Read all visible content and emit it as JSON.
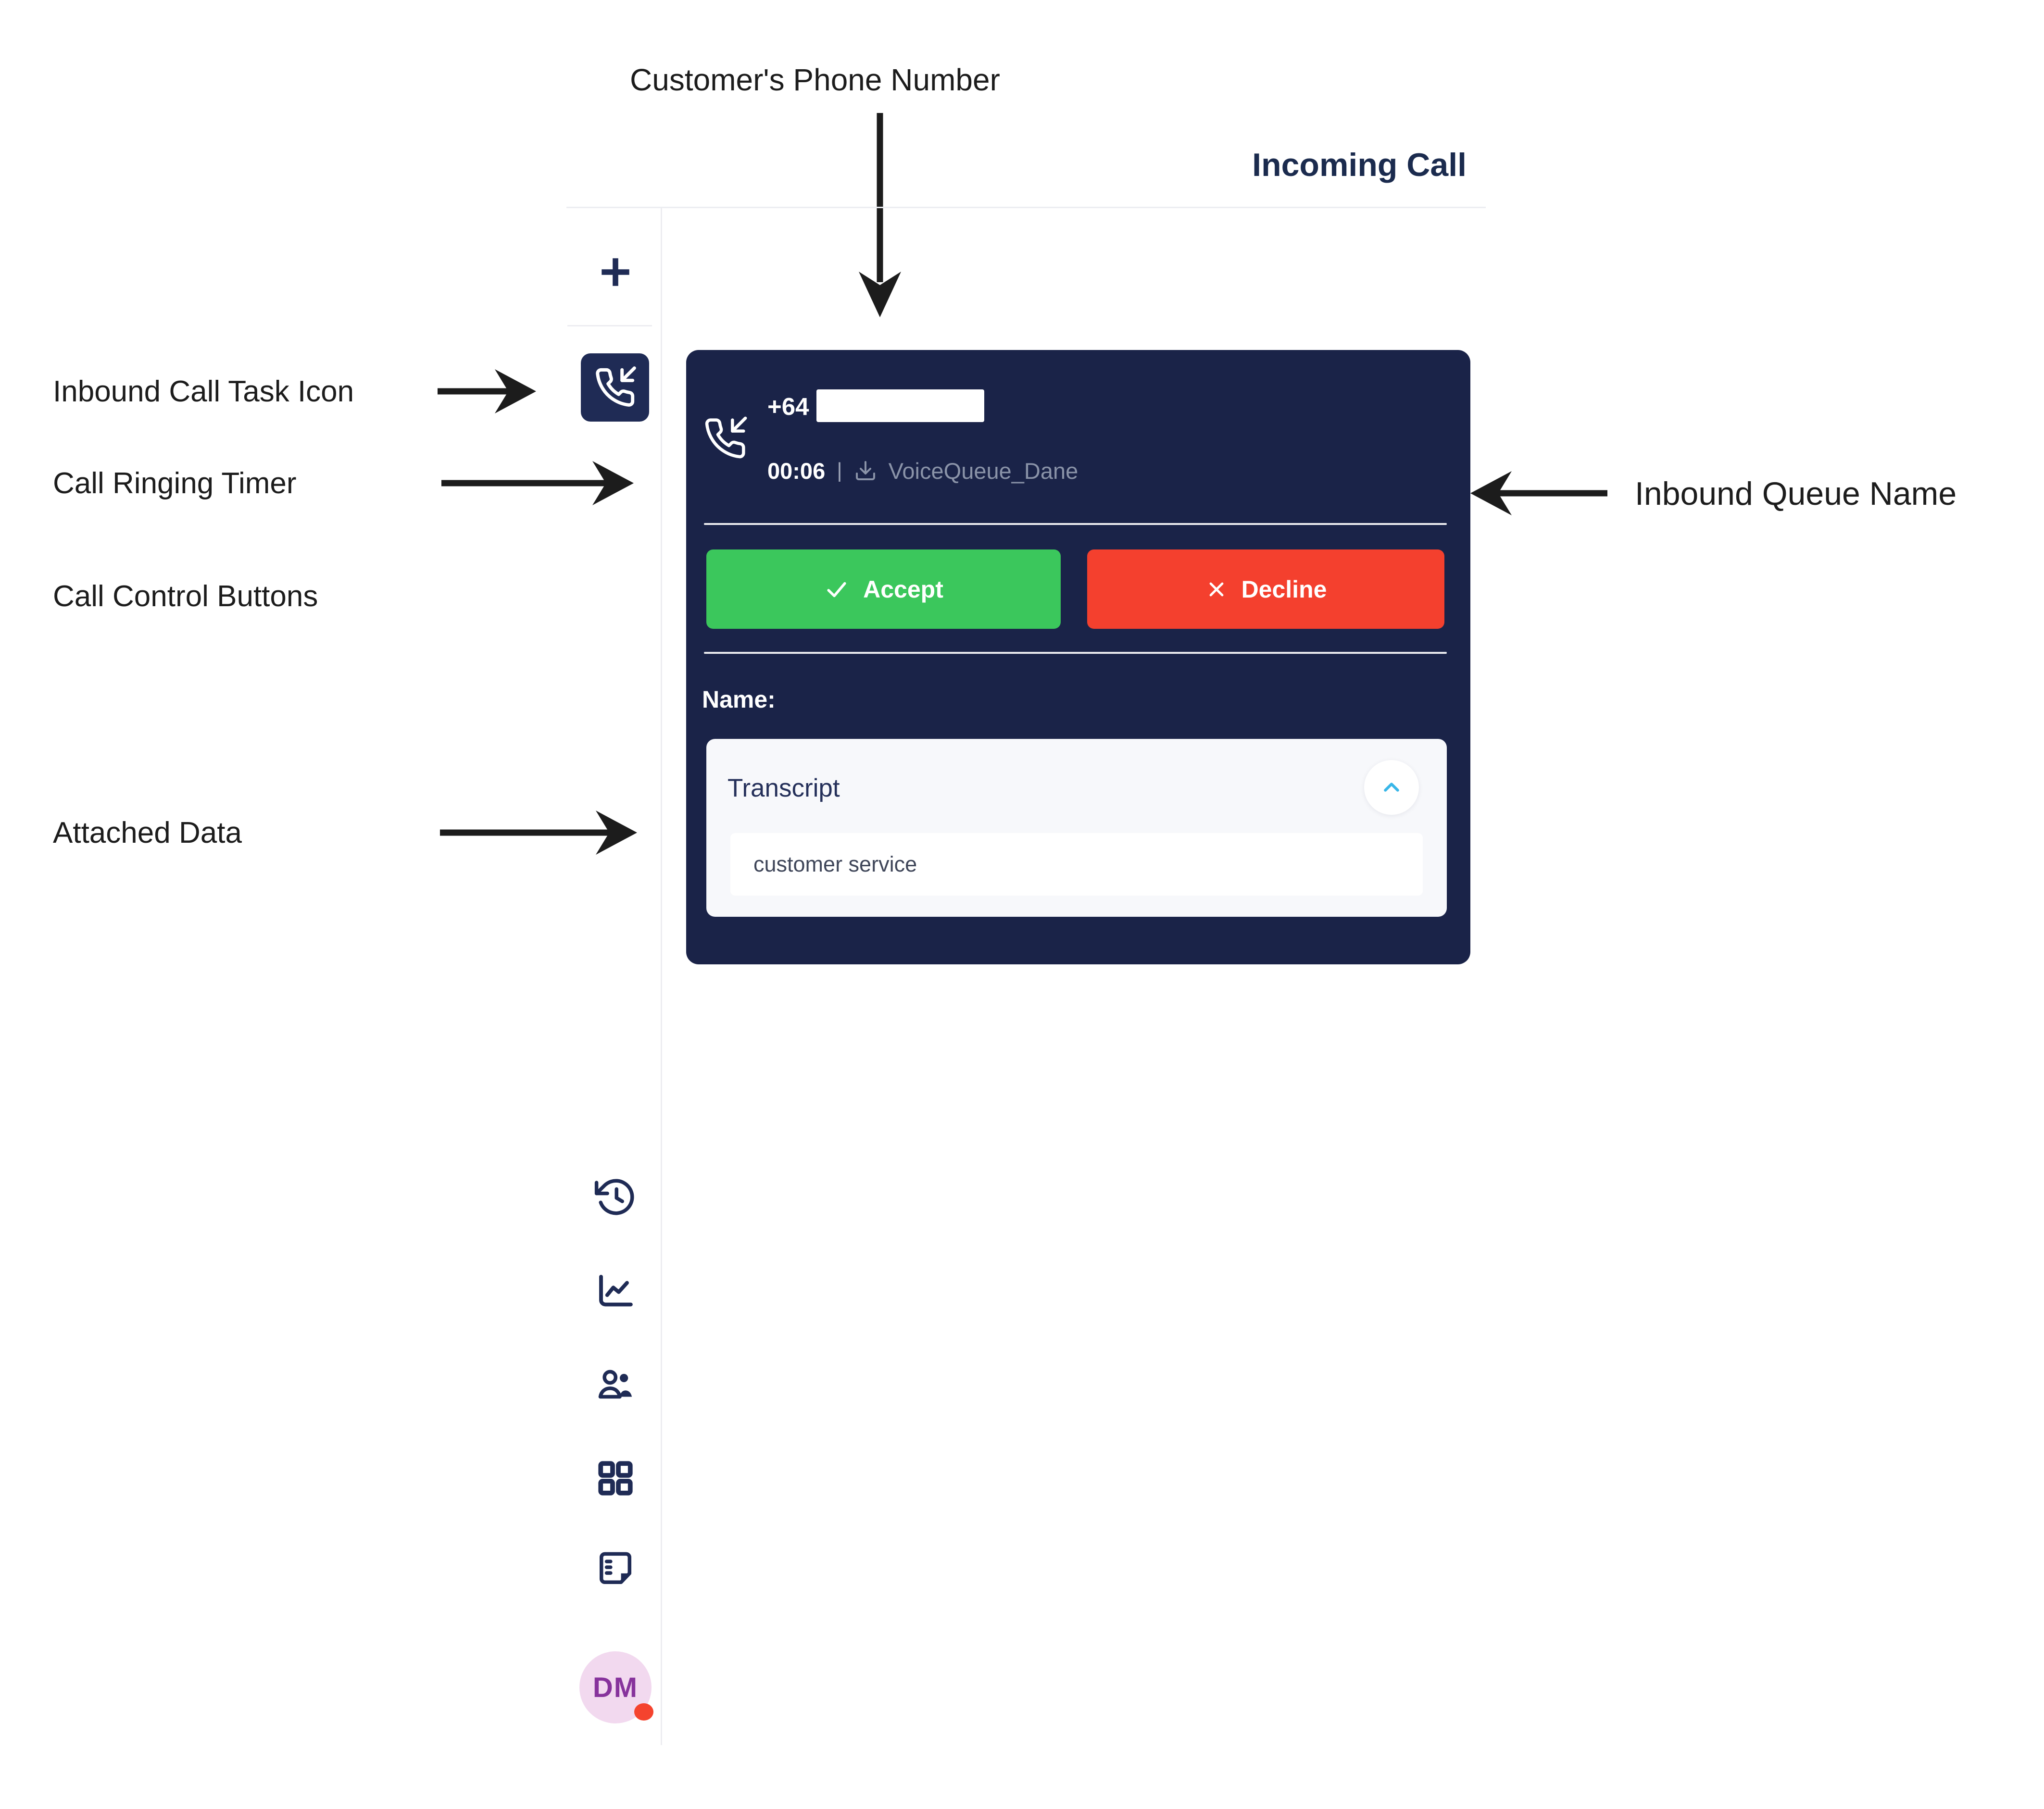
{
  "annotations": {
    "customer_phone_label": "Customer's Phone Number",
    "inbound_task_label": "Inbound Call Task Icon",
    "ringing_timer_label": "Call Ringing Timer",
    "call_controls_label": "Call Control Buttons",
    "attached_data_label": "Attached Data",
    "queue_name_label": "Inbound Queue Name"
  },
  "header": {
    "title": "Incoming Call"
  },
  "sidebar": {
    "icons": [
      {
        "name": "new-task-plus-icon"
      },
      {
        "name": "inbound-call-task-icon",
        "active": true
      },
      {
        "name": "history-icon"
      },
      {
        "name": "metrics-icon"
      },
      {
        "name": "contacts-icon"
      },
      {
        "name": "apps-grid-icon"
      },
      {
        "name": "notes-icon"
      }
    ],
    "avatar": {
      "initials": "DM",
      "status_color": "#F5432E"
    }
  },
  "call_card": {
    "phone_prefix": "+64",
    "ringing_timer": "00:06",
    "separator": "|",
    "queue_name": "VoiceQueue_Dane",
    "accept_label": "Accept",
    "decline_label": "Decline",
    "name_label": "Name:",
    "attached_data": {
      "title": "Transcript",
      "value": "customer service"
    }
  },
  "colors": {
    "card_bg": "#1A2348",
    "accent_navy": "#1F2B55",
    "accept_green": "#3BC75C",
    "decline_red": "#F4402E",
    "chevron_blue": "#38B6E8",
    "muted_text": "#8A93A8",
    "header_text": "#1B2B4E",
    "avatar_bg": "#F2D9EF",
    "avatar_text": "#87339C",
    "status_red": "#F5432E"
  }
}
